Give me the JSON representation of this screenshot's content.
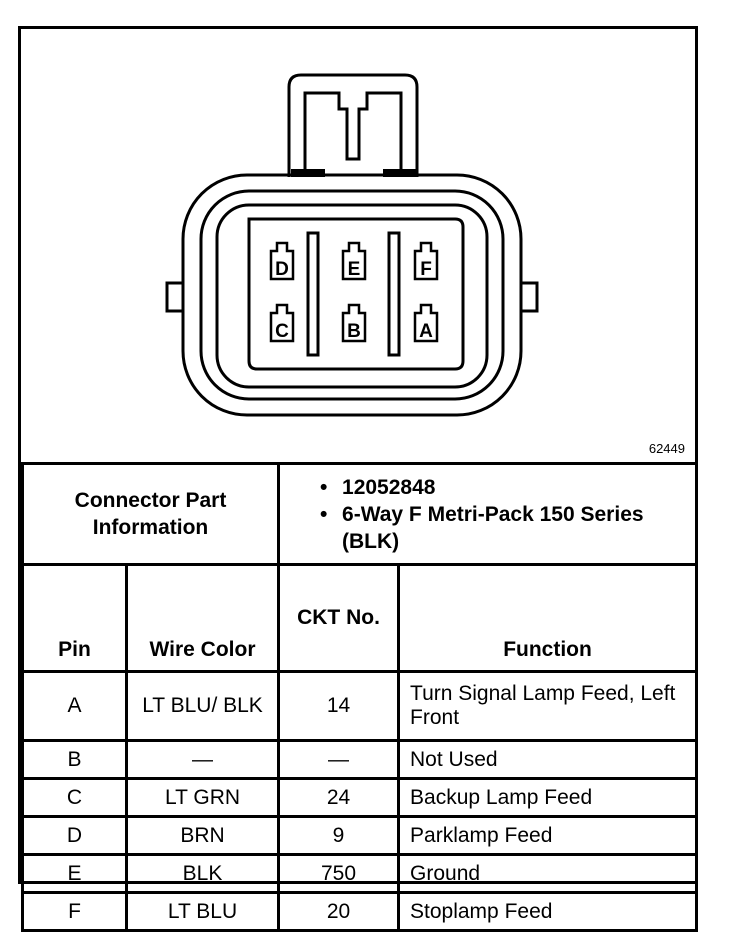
{
  "figure_number": "62449",
  "connector": {
    "header_label": "Connector Part Information",
    "info_items": [
      "12052848",
      "6-Way F Metri-Pack 150 Series (BLK)"
    ]
  },
  "pin_labels": [
    "D",
    "E",
    "F",
    "C",
    "B",
    "A"
  ],
  "table": {
    "headers": {
      "pin": "Pin",
      "wire_color": "Wire Color",
      "ckt": "CKT No.",
      "function": "Function"
    },
    "rows": [
      {
        "pin": "A",
        "wire_color": "LT BLU/ BLK",
        "ckt": "14",
        "function": "Turn Signal Lamp Feed, Left Front"
      },
      {
        "pin": "B",
        "wire_color": "—",
        "ckt": "—",
        "function": "Not Used"
      },
      {
        "pin": "C",
        "wire_color": "LT GRN",
        "ckt": "24",
        "function": "Backup Lamp Feed"
      },
      {
        "pin": "D",
        "wire_color": "BRN",
        "ckt": "9",
        "function": "Parklamp Feed"
      },
      {
        "pin": "E",
        "wire_color": "BLK",
        "ckt": "750",
        "function": "Ground"
      },
      {
        "pin": "F",
        "wire_color": "LT BLU",
        "ckt": "20",
        "function": "Stoplamp Feed"
      }
    ]
  }
}
